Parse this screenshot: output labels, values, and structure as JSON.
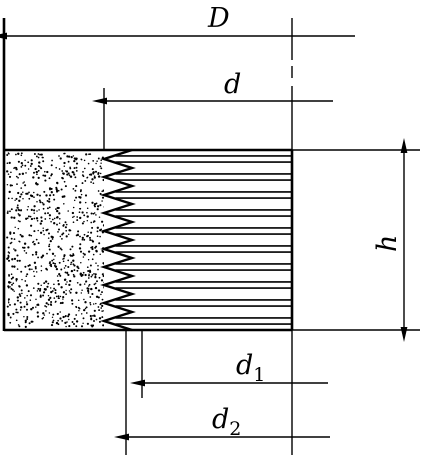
{
  "labels": {
    "D": "D",
    "d": "d",
    "h": "h",
    "d1_main": "d",
    "d1_sub": "1",
    "d2_main": "d",
    "d2_sub": "2"
  },
  "colors": {
    "line": "#000000",
    "fill": "#ffffff",
    "stipple": "#000000"
  },
  "diagram": {
    "thread_pitches": 10
  }
}
